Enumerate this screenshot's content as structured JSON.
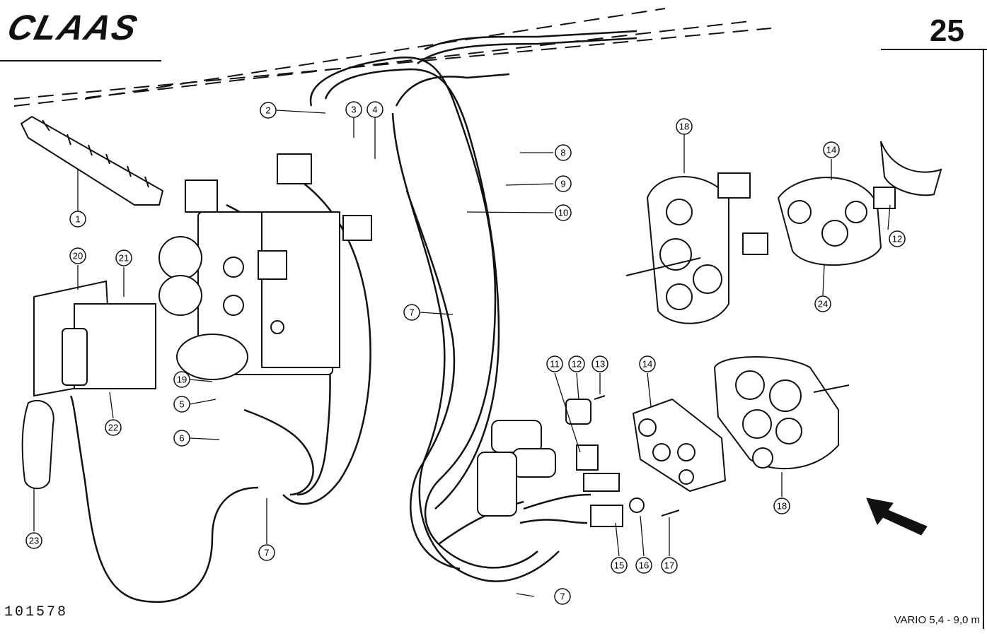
{
  "header": {
    "brand": "CLAAS",
    "page_number": "25"
  },
  "footer": {
    "drawing_number": "101578",
    "model": "VARIO 5,4 - 9,0 m"
  },
  "callouts": [
    "1",
    "2",
    "3",
    "4",
    "5",
    "6",
    "7",
    "7",
    "7",
    "7",
    "8",
    "9",
    "10",
    "11",
    "12",
    "12",
    "13",
    "14",
    "14",
    "15",
    "16",
    "17",
    "18",
    "18",
    "19",
    "20",
    "21",
    "22",
    "23",
    "24"
  ],
  "colors": {
    "ink": "#111111",
    "paper": "#ffffff"
  }
}
